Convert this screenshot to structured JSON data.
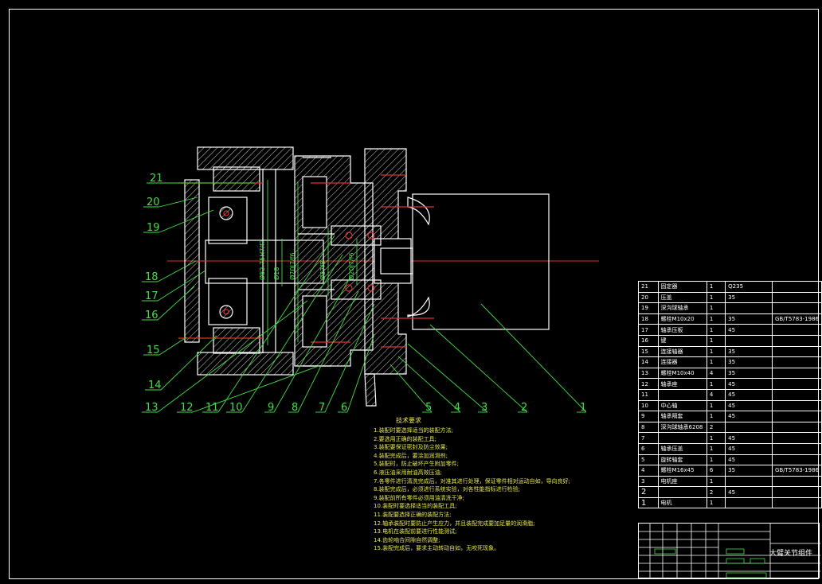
{
  "drawing": {
    "part_labels": [
      "1",
      "2",
      "3",
      "4",
      "5",
      "6",
      "7",
      "8",
      "9",
      "10",
      "11",
      "12",
      "13",
      "14",
      "15",
      "16",
      "17",
      "18",
      "19",
      "20",
      "21"
    ],
    "dimensions": [
      "Ø82.75H7/f7",
      "Ø18",
      "Ø70J7/f6",
      "Ø37f8",
      "Ø20J7/f6"
    ]
  },
  "notes": {
    "title": "技术要求",
    "items": [
      "1.装配时要选择适当的装配方法;",
      "2.要选用正确的装配工具;",
      "3.装配要保证密封及防尘效果;",
      "4.装配完成后，要涂加润滑剂;",
      "5.装配时，防止破坏产生附加零件;",
      "6.液压油采用耐油高效压油;",
      "7.各零件进行清洗完成后，对准其进行处理，保证零件相对运动自如，导向良好;",
      "8.装配完成后，必须进行系统实验，对各性能指标进行检验;",
      "9.装配前所有零件必须用油清洗干净;",
      "10.装配时要选择适当的装配工具;",
      "11.装配要选择正确的装配方法;",
      "12.轴承装配时要防止产生应力，并且装配完成要加足量的润滑脂;",
      "13.电机在装配前要进行性能测试;",
      "14.齿轮啮合间隙自然调整;",
      "15.装配完成后，要求主动转动自如，无咬死现象。"
    ]
  },
  "bom": {
    "rows": [
      [
        "21",
        "固定器",
        "1",
        "Q235",
        ""
      ],
      [
        "20",
        "压盖",
        "1",
        "35",
        ""
      ],
      [
        "19",
        "深沟球轴承",
        "1",
        "",
        ""
      ],
      [
        "18",
        "螺栓M10x20",
        "1",
        "35",
        "GB/T5783-1986"
      ],
      [
        "17",
        "轴承压板",
        "1",
        "45",
        ""
      ],
      [
        "16",
        "键",
        "1",
        "",
        ""
      ],
      [
        "15",
        "连接轴器",
        "1",
        "35",
        ""
      ],
      [
        "14",
        "连接器",
        "1",
        "35",
        ""
      ],
      [
        "13",
        "螺栓M10x40",
        "4",
        "35",
        ""
      ],
      [
        "12",
        "轴承座",
        "1",
        "45",
        ""
      ],
      [
        "11",
        "",
        "4",
        "45",
        ""
      ],
      [
        "10",
        "中心轴",
        "1",
        "45",
        ""
      ],
      [
        "9",
        "轴承隔套",
        "1",
        "45",
        ""
      ],
      [
        "8",
        "深沟球轴承6208",
        "2",
        "",
        ""
      ],
      [
        "7",
        "",
        "1",
        "45",
        ""
      ],
      [
        "6",
        "轴承压盖",
        "1",
        "45",
        ""
      ],
      [
        "5",
        "旋转轴套",
        "1",
        "45",
        ""
      ],
      [
        "4",
        "螺栓M16x45",
        "6",
        "35",
        "GB/T5783-1986"
      ],
      [
        "3",
        "电机座",
        "1",
        "",
        ""
      ],
      [
        "2",
        "",
        "2",
        "45",
        ""
      ],
      [
        "1",
        "电机",
        "1",
        "",
        ""
      ]
    ]
  },
  "title_block": {
    "name": "大臂关节组件"
  }
}
